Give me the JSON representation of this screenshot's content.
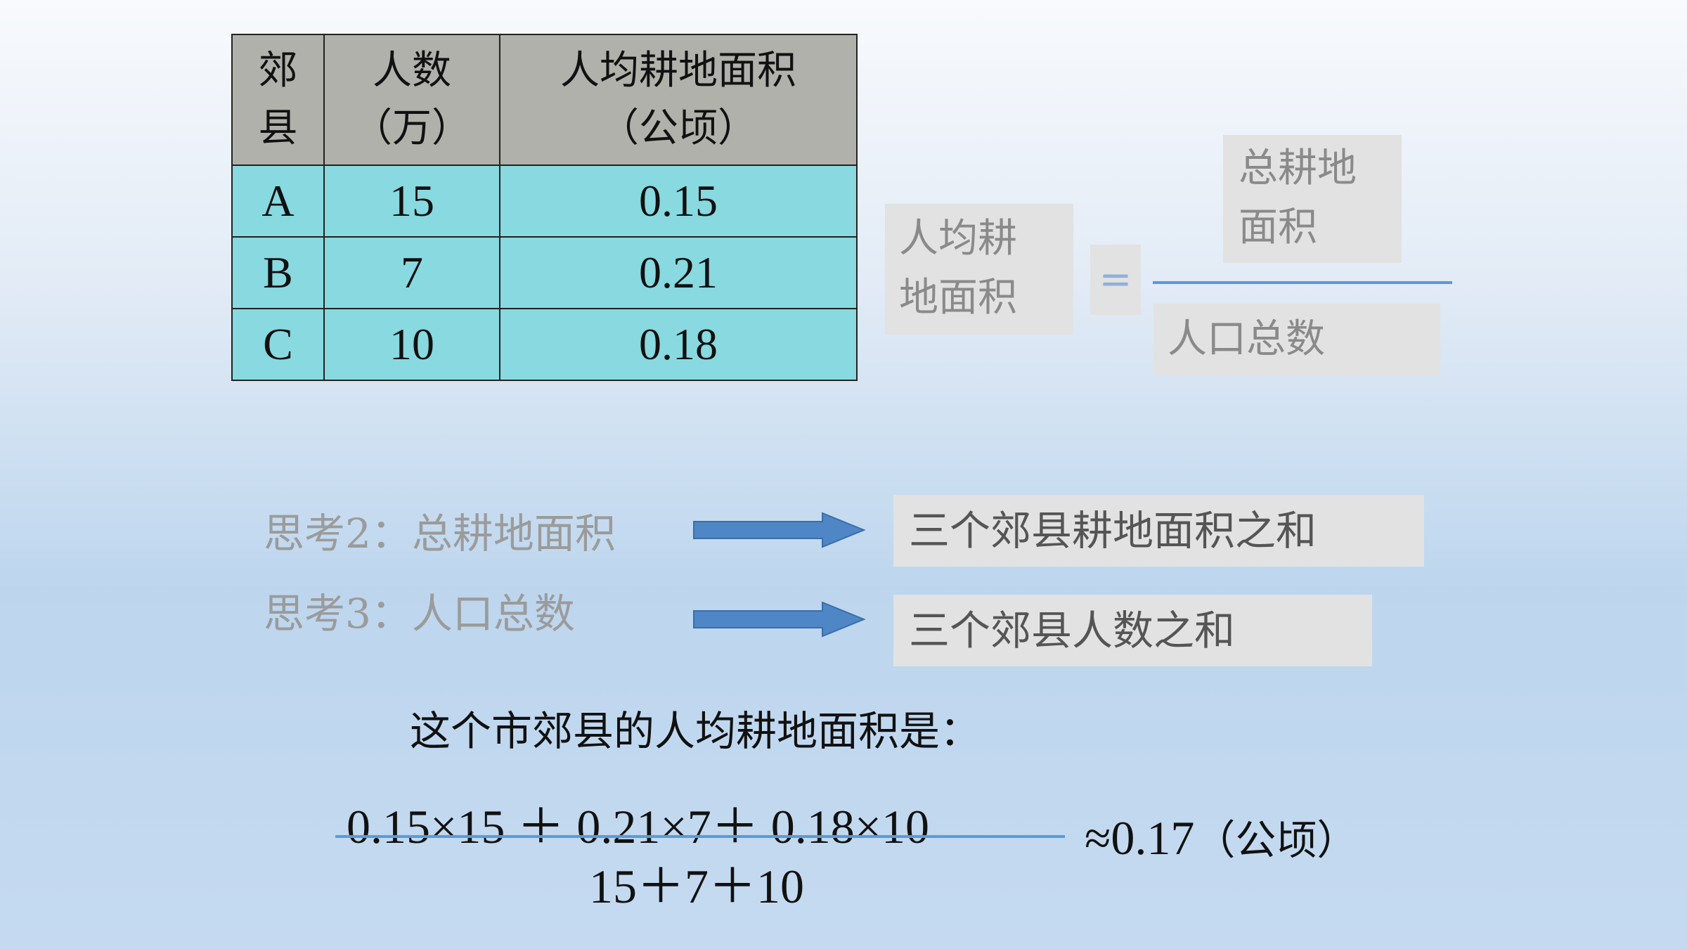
{
  "table": {
    "headers": [
      {
        "line1": "郊",
        "line2": "县"
      },
      {
        "line1": "人数",
        "line2": "（万）"
      },
      {
        "line1": "人均耕地面积",
        "line2": "（公顷）"
      }
    ],
    "rows": [
      [
        "A",
        "15",
        "0.15"
      ],
      [
        "B",
        "7",
        "0.21"
      ],
      [
        "C",
        "10",
        "0.18"
      ]
    ]
  },
  "formula": {
    "left_line1": "人均耕",
    "left_line2": "地面积",
    "equals": "=",
    "numerator_line1": "总耕地",
    "numerator_line2": "面积",
    "denominator": "人口总数",
    "line_color": "#5b9bd5"
  },
  "think": [
    {
      "label": "思考2：总耕地面积",
      "answer": "三个郊县耕地面积之和"
    },
    {
      "label": "思考3：人口总数",
      "answer": "三个郊县人数之和"
    }
  ],
  "arrow_color": "#4f86c6",
  "conclusion": {
    "text": "这个市郊县的人均耕地面积是：",
    "numerator": "0.15×15 ＋ 0.21×7＋ 0.18×10",
    "denominator": "15＋7＋10",
    "result_value": "≈0.17",
    "result_unit": "（公顷）"
  }
}
